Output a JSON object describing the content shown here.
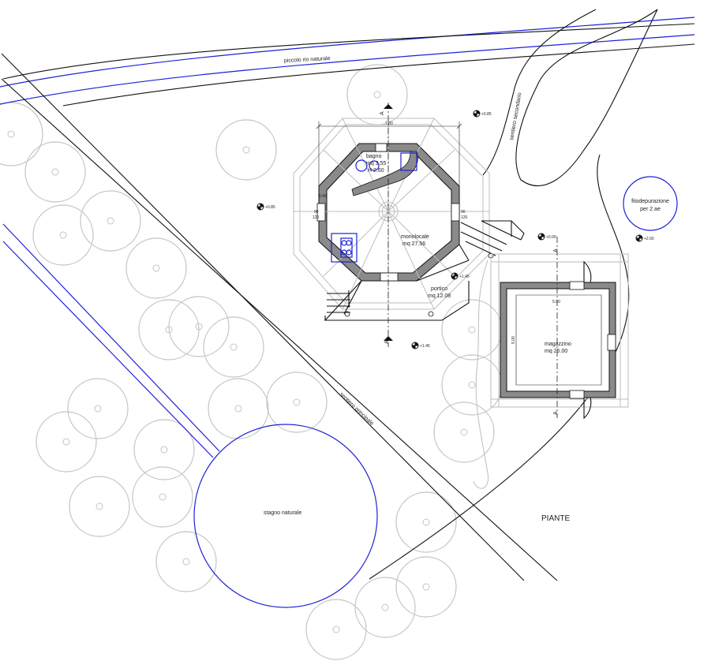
{
  "labels": {
    "stream": "piccolo rio naturale",
    "secondary_path": "sentiero secondario",
    "main_path": "sentiero principale",
    "pond": "stagno naturale",
    "phyto_line1": "fitodepurazione",
    "phyto_line2": "per 2 ae",
    "plants": "PIANTE",
    "bath_name": "bagno",
    "bath_area": "mq 3.55",
    "bath_height": "H 2.60",
    "living_name": "monolocale",
    "living_area": "mq 27.56",
    "porch_name": "portico",
    "porch_area": "mq 12.08",
    "store_name": "magazzino",
    "store_area": "mq 25.00"
  },
  "elevations": {
    "e1": "+0.85",
    "e2": "+0.85",
    "e3": "+0.00",
    "e4": "+1.45",
    "e5": "+1.45",
    "e6": "+2.60"
  },
  "section_marks": {
    "a_top": "A",
    "a_bottom": "A",
    "b_top": "A",
    "b_bottom": "A"
  },
  "dimensions": {
    "d1": "90",
    "d2": "120",
    "d3": "90",
    "d4": "120",
    "d5": "6.40",
    "d6": "7.80",
    "d7": "5.00",
    "d8": "5.00"
  },
  "colors": {
    "linework": "#111111",
    "water": "#1c22d6",
    "trees": "#c4c4c4",
    "walls": "#8a8a8a"
  }
}
